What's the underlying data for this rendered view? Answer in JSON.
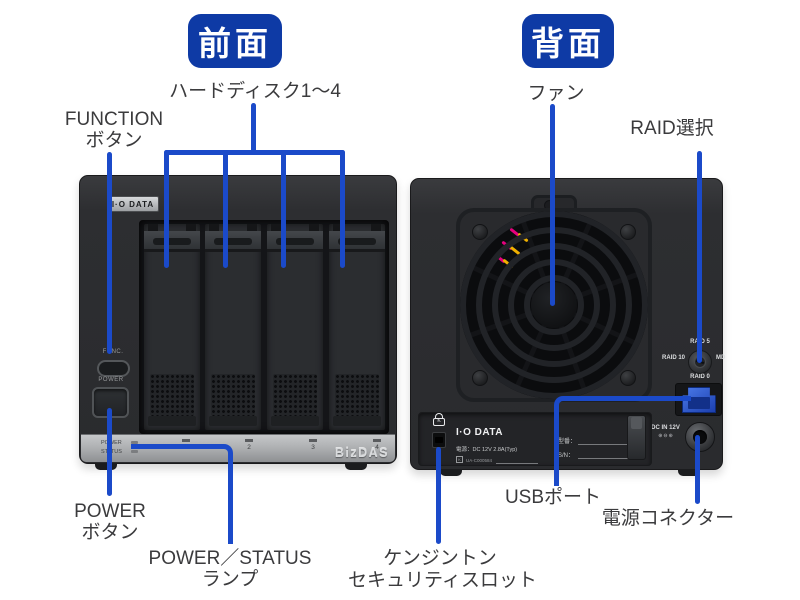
{
  "colors": {
    "badge_blue": "#0e3aa5",
    "line_blue": "#1b4ac9"
  },
  "front": {
    "badge": "前面",
    "labels": {
      "hdd": "ハードディスク1〜4",
      "function_line1": "FUNCTION",
      "function_line2": "ボタン",
      "power_line1": "POWER",
      "power_line2": "ボタン",
      "status_line1": "POWER／STATUS",
      "status_line2": "ランプ"
    },
    "device": {
      "logo": "I·O DATA",
      "func_label": "FUNC.",
      "power_label": "POWER",
      "strip_power": "POWER",
      "strip_status": "STATUS",
      "bay_numbers": [
        "1",
        "2",
        "3",
        "4"
      ],
      "brand": "BizDAS"
    }
  },
  "back": {
    "badge": "背面",
    "labels": {
      "fan": "ファン",
      "raid": "RAID選択",
      "usb": "USBポート",
      "power_connector": "電源コネクター",
      "kensington_line1": "ケンジントン",
      "kensington_line2": "セキュリティスロット"
    },
    "device": {
      "raid_top": "RAID 5",
      "raid_left": "RAID 10",
      "raid_right": "MD",
      "raid_bottom": "RAID 0",
      "dc_in": "DC IN 12V",
      "dc_polarity": "⊕⊖⊕",
      "logo": "I·O DATA",
      "power_spec": "電源：DC 12V 2.8A(Typ)",
      "cert": "UA-C000584",
      "model": "型番：",
      "serial": "S/N："
    }
  }
}
